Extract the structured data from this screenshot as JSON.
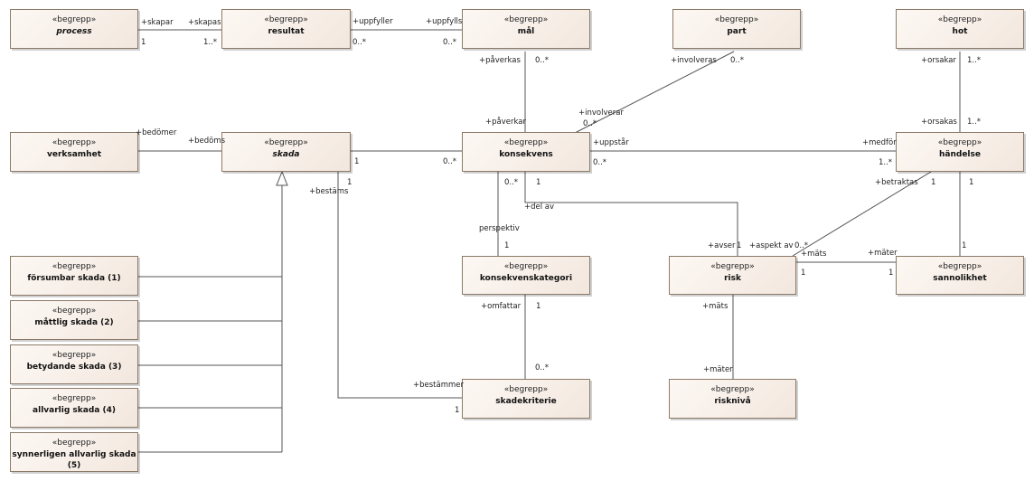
{
  "stereotype": "«begrepp»",
  "classes": {
    "process": "process",
    "resultat": "resultat",
    "mal": "mål",
    "part": "part",
    "hot": "hot",
    "verksamhet": "verksamhet",
    "skada": "skada",
    "konsekvens": "konsekvens",
    "handelse": "händelse",
    "forsumbar": "försumbar skada (1)",
    "mattlig": "måttlig skada (2)",
    "betydande": "betydande skada (3)",
    "allvarlig": "allvarlig skada (4)",
    "synnerligen": "synnerligen allvarlig skada (5)",
    "konsekvenskategori": "konsekvenskategori",
    "risk": "risk",
    "sannolikhet": "sannolikhet",
    "skadekriterie": "skadekriterie",
    "riskniva": "risknivå"
  },
  "labels": {
    "skapar": "+skapar",
    "skapas": "+skapas",
    "m_proc": "1",
    "m_res": "1..*",
    "uppfyller": "+uppfyller",
    "uppfylls": "+uppfylls",
    "m_res_mal": "0..*",
    "m_mal_res": "0..*",
    "paverkas": "+påverkas",
    "m_mal_kons": "0..*",
    "involveras": "+involveras",
    "m_part": "0..*",
    "orsakar": "+orsakar",
    "m_hot": "1..*",
    "bedomer": "+bedömer",
    "bedoms": "+bedöms",
    "paverkar": "+påverkar",
    "involverar": "+involverar",
    "m_kons_part": "0..*",
    "orsakas": "+orsakas",
    "m_hand_hot": "1..*",
    "m_skada_kons": "1",
    "m_kons_skada": "0..*",
    "uppstar": "+uppstår",
    "m_kons_hand": "0..*",
    "medfor": "+medför",
    "m_hand_kons": "1..*",
    "m_skada_down": "1",
    "bestams": "+bestäms",
    "m_kons_perspektiv": "0..*",
    "m_kons_risk": "1",
    "del_av": "+del av",
    "betraktas": "+betraktas",
    "m_hand_risk": "1",
    "m_hand_sann": "1",
    "perspektiv": "perspektiv",
    "m_kat": "1",
    "avser": "+avser",
    "m_risk_avser": "1",
    "aspekt_av": "+aspekt av",
    "m_risk_aspekt": "0..*",
    "mats": "+mäts",
    "mater": "+mäter",
    "m_sann_hand": "1",
    "m_risk_sann": "1",
    "m_sann_risk": "1",
    "omfattar": "+omfattar",
    "m_kat_omf": "1",
    "mats2": "+mäts",
    "m_skadekrit": "0..*",
    "bestammer": "+bestämmer",
    "m_skadekrit_skada": "1",
    "mater2": "+mäter"
  }
}
